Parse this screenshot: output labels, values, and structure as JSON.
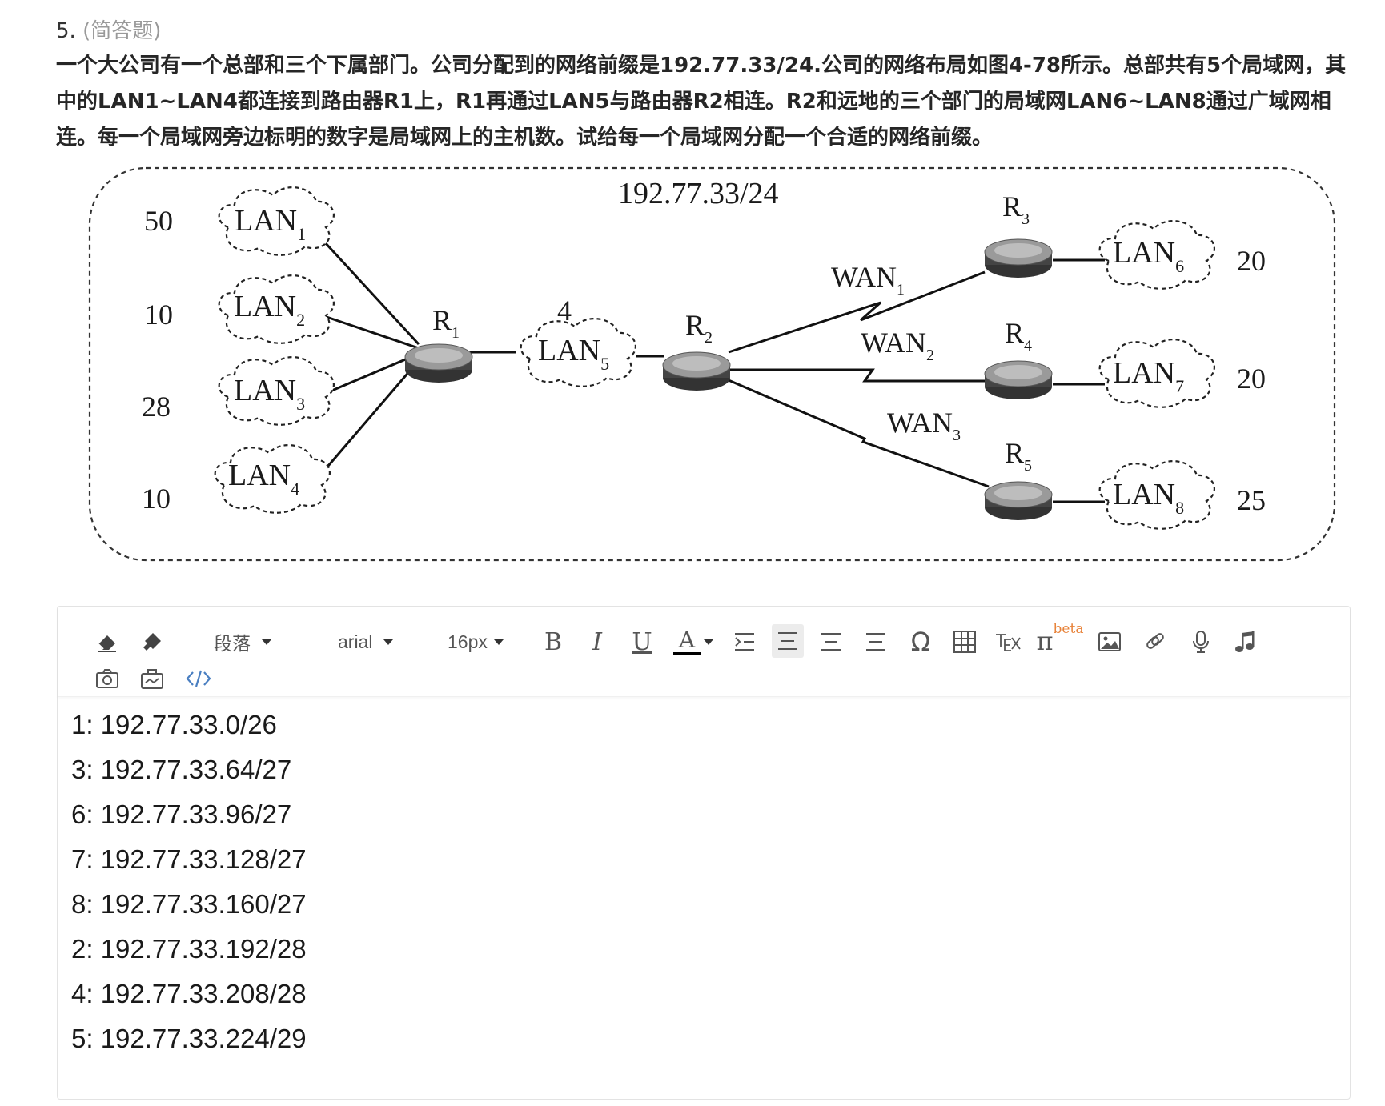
{
  "question": {
    "number": "5.",
    "type": "(简答题)",
    "text": "一个大公司有一个总部和三个下属部门。公司分配到的网络前缀是192.77.33/24.公司的网络布局如图4-78所示。总部共有5个局域网，其中的LAN1~LAN4都连接到路由器R1上，R1再通过LAN5与路由器R2相连。R2和远地的三个部门的局域网LAN6~LAN8通过广域网相连。每一个局域网旁边标明的数字是局域网上的主机数。试给每一个局域网分配一个合适的网络前缀。"
  },
  "figure": {
    "prefix": "192.77.33/24",
    "lan_prefix": "LAN",
    "wan_prefix": "WAN",
    "router_prefix": "R",
    "lans": [
      {
        "sub": "1",
        "hosts": "50"
      },
      {
        "sub": "2",
        "hosts": "10"
      },
      {
        "sub": "3",
        "hosts": "28"
      },
      {
        "sub": "4",
        "hosts": "10"
      },
      {
        "sub": "5",
        "hosts": "4"
      },
      {
        "sub": "6",
        "hosts": "20"
      },
      {
        "sub": "7",
        "hosts": "20"
      },
      {
        "sub": "8",
        "hosts": "25"
      }
    ],
    "routers": [
      "1",
      "2",
      "3",
      "4",
      "5"
    ],
    "wans": [
      "1",
      "2",
      "3"
    ]
  },
  "editor": {
    "toolbar": {
      "paragraph": "段落",
      "font_family": "arial",
      "font_size": "16px",
      "bold": "B",
      "italic": "I",
      "underline": "U",
      "font_color": "A",
      "omega": "Ω",
      "pi": "π",
      "beta": "beta",
      "accent_color": "#e8833a"
    },
    "lines": [
      "1: 192.77.33.0/26",
      "3: 192.77.33.64/27",
      "6: 192.77.33.96/27",
      "7: 192.77.33.128/27",
      "8: 192.77.33.160/27",
      "2: 192.77.33.192/28",
      "4: 192.77.33.208/28",
      "5: 192.77.33.224/29"
    ]
  }
}
